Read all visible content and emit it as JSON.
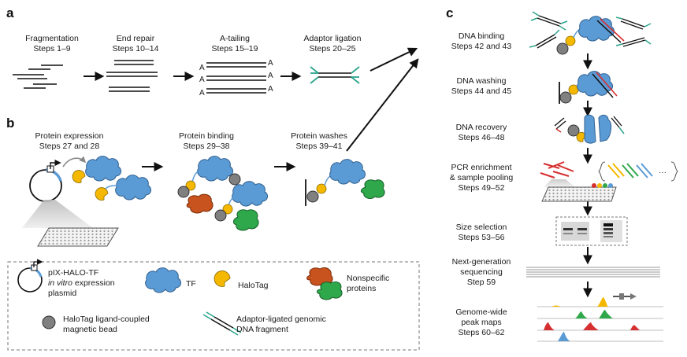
{
  "panels": {
    "a": "a",
    "b": "b",
    "c": "c"
  },
  "panel_a": {
    "steps": [
      {
        "title": "Fragmentation",
        "steps": "Steps 1–9"
      },
      {
        "title": "End repair",
        "steps": "Steps 10–14"
      },
      {
        "title": "A-tailing",
        "steps": "Steps 15–19"
      },
      {
        "title": "Adaptor ligation",
        "steps": "Steps 20–25"
      }
    ],
    "a_letter": "A"
  },
  "panel_b": {
    "steps": [
      {
        "title": "Protein expression",
        "steps": "Steps 27 and 28"
      },
      {
        "title": "Protein binding",
        "steps": "Steps 29–38"
      },
      {
        "title": "Protein washes",
        "steps": "Steps 39–41"
      }
    ]
  },
  "panel_c": {
    "steps": [
      {
        "lines": [
          "DNA binding",
          "Steps 42 and 43"
        ]
      },
      {
        "lines": [
          "DNA washing",
          "Steps 44 and 45"
        ]
      },
      {
        "lines": [
          "DNA recovery",
          "Steps 46–48"
        ]
      },
      {
        "lines": [
          "PCR enrichment",
          "& sample pooling",
          "Steps 49–52"
        ]
      },
      {
        "lines": [
          "Size selection",
          "Steps 53–56"
        ]
      },
      {
        "lines": [
          "Next-generation",
          "sequencing",
          "Step 59"
        ]
      },
      {
        "lines": [
          "Genome-wide",
          "peak maps",
          "Steps 60–62"
        ]
      }
    ],
    "ellipsis": "···"
  },
  "legend": {
    "plasmid_line1": "pIX-HALO-TF",
    "plasmid_line2_italic": "in vitro",
    "plasmid_line2_rest": " expression",
    "plasmid_line3": "plasmid",
    "tf": "TF",
    "halotag": "HaloTag",
    "nonspecific_line1": "Nonspecific",
    "nonspecific_line2": "proteins",
    "bead_line1": "HaloTag ligand-coupled",
    "bead_line2": "magnetic bead",
    "adaptor_line1": "Adaptor-ligated genomic",
    "adaptor_line2": "DNA fragment"
  },
  "colors": {
    "tf_blue": "#5b9bd5",
    "halotag_yellow": "#f5b800",
    "nonspecific_red": "#c8531f",
    "nonspecific_green": "#2ea84a",
    "bead_gray": "#808080",
    "adaptor_green": "#2ca58d"
  }
}
